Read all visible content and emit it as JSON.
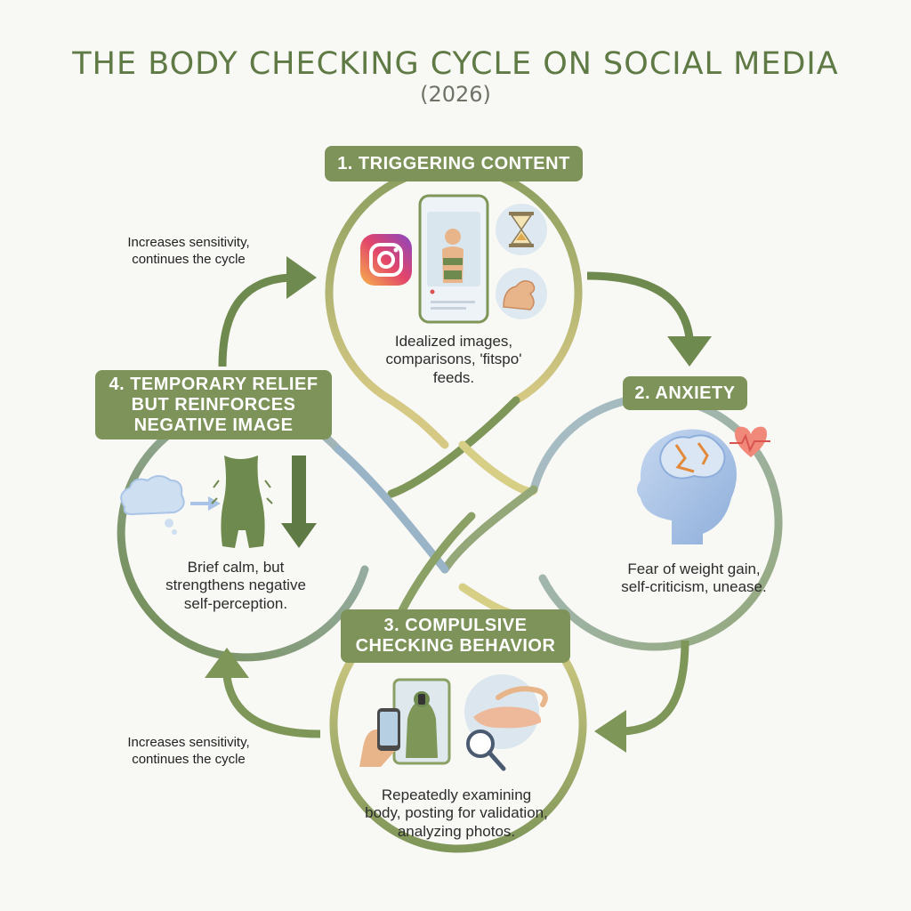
{
  "header": {
    "title": "THE BODY CHECKING CYCLE ON SOCIAL MEDIA",
    "subtitle": "(2026)"
  },
  "stages": [
    {
      "label": "1. TRIGGERING CONTENT",
      "description_lines": [
        "Idealized images,",
        "comparisons, 'fitspo'",
        "feeds."
      ],
      "icons": [
        "instagram-logo-icon",
        "phone-selfie-icon",
        "hourglass-icon",
        "flexed-arm-icon"
      ]
    },
    {
      "label": "2. ANXIETY",
      "description_lines": [
        "Fear of weight gain,",
        "self-criticism, unease."
      ],
      "icons": [
        "head-brain-icon",
        "heart-pulse-icon"
      ]
    },
    {
      "label_lines": [
        "3. COMPULSIVE",
        "CHECKING BEHAVIOR"
      ],
      "description_lines": [
        "Repeatedly examining",
        "body, posting for validation,",
        "analyzing photos."
      ],
      "icons": [
        "hand-phone-icon",
        "mirror-selfie-icon",
        "magnifier-pinch-icon"
      ]
    },
    {
      "label_lines": [
        "4. TEMPORARY RELIEF",
        "BUT REINFORCES",
        "NEGATIVE IMAGE"
      ],
      "description_lines": [
        "Brief calm, but",
        "strengthens negative",
        "self-perception."
      ],
      "icons": [
        "thought-cloud-icon",
        "body-silhouette-icon",
        "down-arrow-icon"
      ]
    }
  ],
  "notes": {
    "top_left": [
      "Increases sensitivity,",
      "continues the cycle"
    ],
    "bottom_left": [
      "Increases sensitivity,",
      "continues the cycle"
    ]
  },
  "colors": {
    "olive": "#7d9359",
    "dark_olive": "#5f7a45",
    "yellow_green": "#c8c77a",
    "blue_grey": "#9ab4c7",
    "brain_blue": "#a9c4e6"
  }
}
